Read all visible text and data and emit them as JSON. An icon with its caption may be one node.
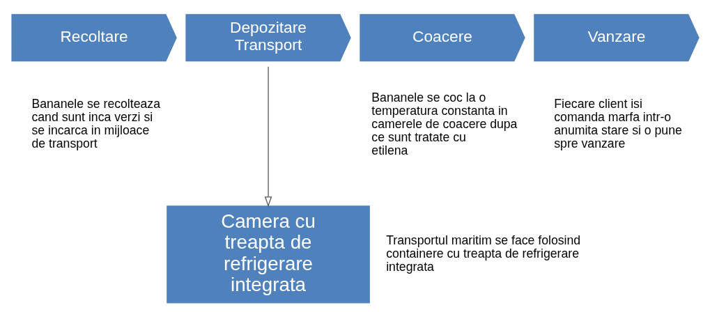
{
  "diagram": {
    "nodes": [
      {
        "text": [
          "Recoltare"
        ],
        "beside": [
          "Bananele se recolteaza cand sunt inca verzi si se incarca in mijloace de transport"
        ]
      },
      {
        "text": [
          "Depozitare Transport"
        ]
      },
      {
        "text": [
          "Coacere"
        ],
        "beside": [
          "Bananele se coc la o temperatura constanta in camerele de coacere dupa ce sunt tratate cu etilena"
        ]
      },
      {
        "text": [
          "Vanzare"
        ],
        "beside": [
          "Fiecare client isi comanda marfa intr-o anumita stare si o pune spre vanzare"
        ]
      },
      {
        "text": [
          "Camera cu treapta de refrigerare integrata"
        ],
        "beside": [
          "Transportul maritim se face folosind containere cu treapta de refrigerare integrata"
        ]
      }
    ],
    "edges": [
      {
        "from": 1,
        "to": 4,
        "arrow": "to"
      }
    ]
  }
}
